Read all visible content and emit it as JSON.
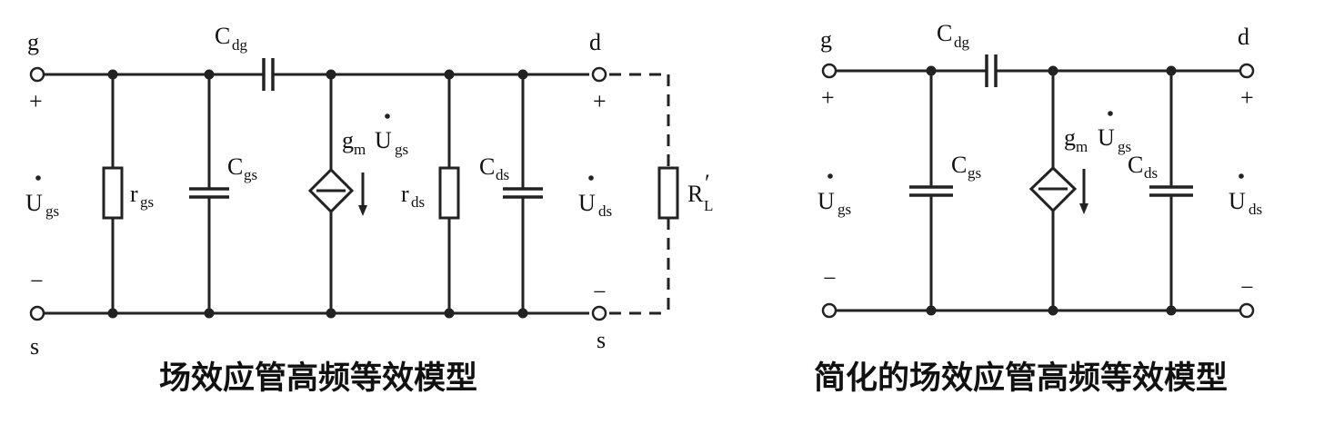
{
  "left": {
    "caption": "场效应管高频等效模型",
    "gate": "g",
    "drain": "d",
    "source_left": "s",
    "source_right": "s",
    "plus_in": "+",
    "minus_in": "−",
    "plus_out": "+",
    "minus_out": "−",
    "u_in": {
      "main": "U",
      "sub": "gs"
    },
    "u_out": {
      "main": "U",
      "sub": "ds"
    },
    "r_gs": {
      "main": "r",
      "sub": "gs"
    },
    "c_gs": {
      "main": "C",
      "sub": "gs"
    },
    "c_dg": {
      "main": "C",
      "sub": "dg"
    },
    "source": {
      "g": "g",
      "m": "m",
      "u": "U",
      "sub": "gs"
    },
    "r_ds": {
      "main": "r",
      "sub": "ds"
    },
    "c_ds": {
      "main": "C",
      "sub": "ds"
    },
    "r_load": {
      "main": "R",
      "prime": "′",
      "sub": "L"
    }
  },
  "right": {
    "caption": "简化的场效应管高频等效模型",
    "gate": "g",
    "drain": "d",
    "plus_in": "+",
    "minus_in": "−",
    "plus_out": "+",
    "minus_out": "−",
    "u_in": {
      "main": "U",
      "sub": "gs"
    },
    "u_out": {
      "main": "U",
      "sub": "ds"
    },
    "c_gs": {
      "main": "C",
      "sub": "gs"
    },
    "c_dg": {
      "main": "C",
      "sub": "dg"
    },
    "source": {
      "g": "g",
      "m": "m",
      "u": "U",
      "sub": "gs"
    },
    "c_ds": {
      "main": "C",
      "sub": "ds"
    }
  }
}
